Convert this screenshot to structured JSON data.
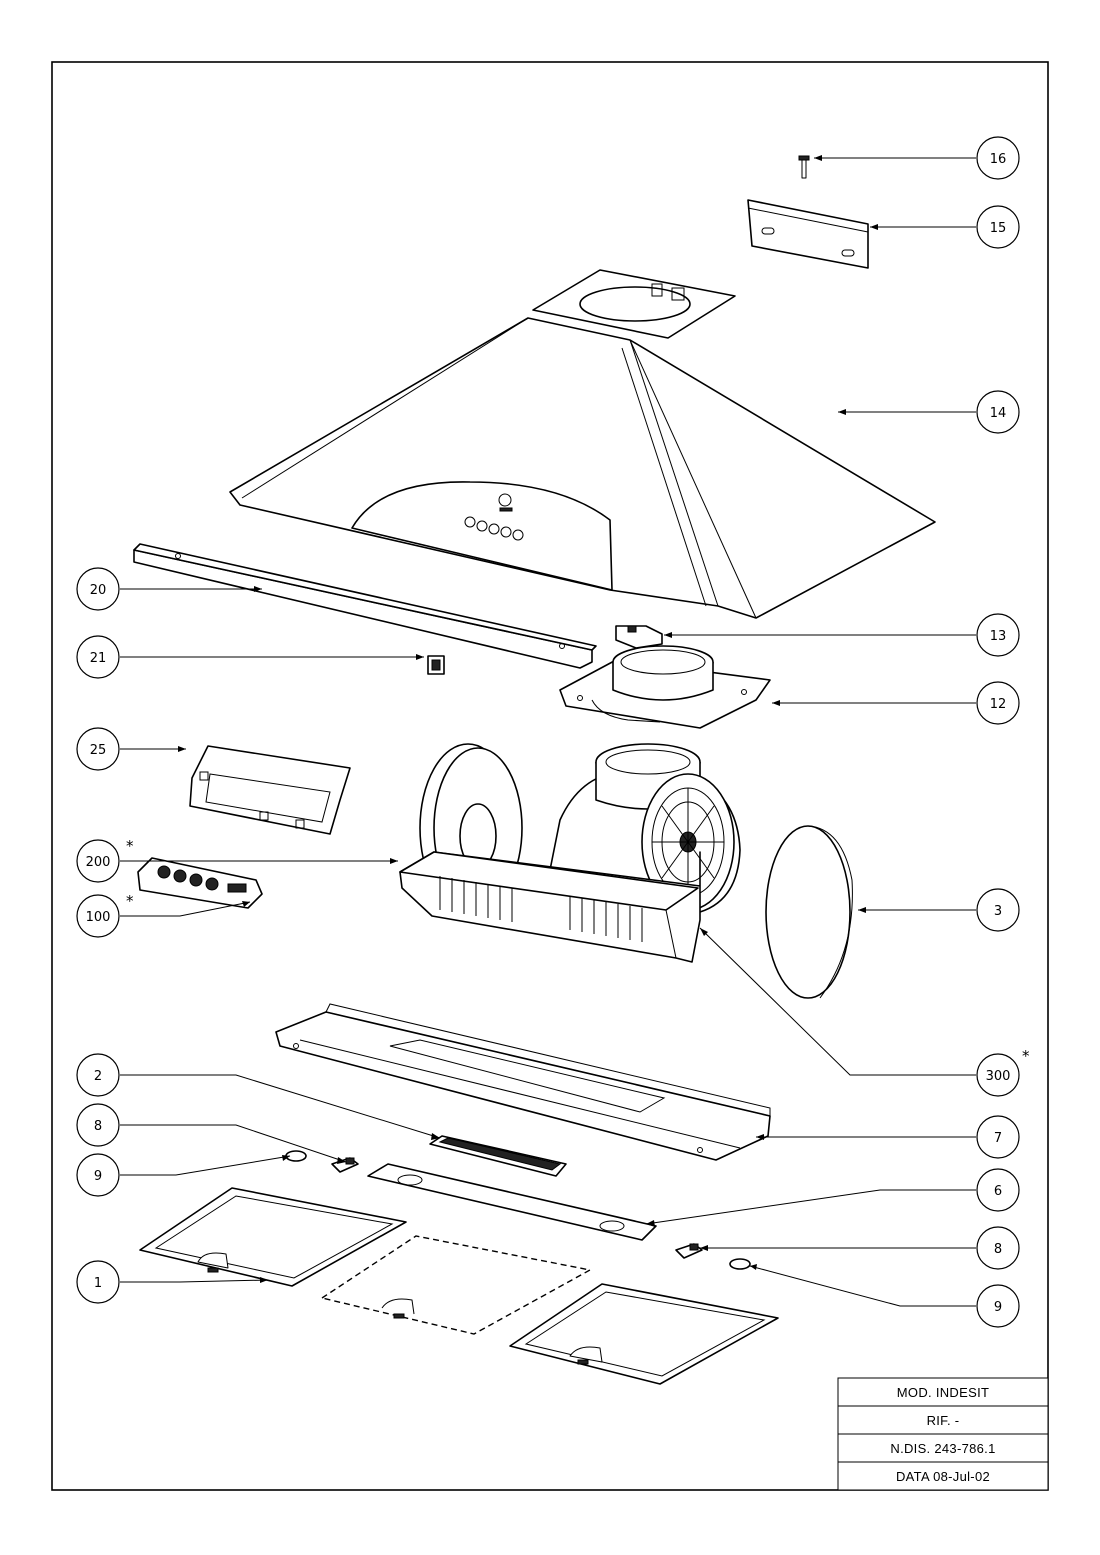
{
  "callouts": [
    {
      "id": "16",
      "label": "16",
      "asterisk": false
    },
    {
      "id": "15",
      "label": "15",
      "asterisk": false
    },
    {
      "id": "14",
      "label": "14",
      "asterisk": false
    },
    {
      "id": "20",
      "label": "20",
      "asterisk": false
    },
    {
      "id": "13",
      "label": "13",
      "asterisk": false
    },
    {
      "id": "21",
      "label": "21",
      "asterisk": false
    },
    {
      "id": "12",
      "label": "12",
      "asterisk": false
    },
    {
      "id": "25",
      "label": "25",
      "asterisk": false
    },
    {
      "id": "3",
      "label": "3",
      "asterisk": false
    },
    {
      "id": "100",
      "label": "100",
      "asterisk": true
    },
    {
      "id": "200",
      "label": "200",
      "asterisk": true
    },
    {
      "id": "300",
      "label": "300",
      "asterisk": true
    },
    {
      "id": "2",
      "label": "2",
      "asterisk": false
    },
    {
      "id": "7",
      "label": "7",
      "asterisk": false
    },
    {
      "id": "8a",
      "label": "8",
      "asterisk": false
    },
    {
      "id": "9a",
      "label": "9",
      "asterisk": false
    },
    {
      "id": "6",
      "label": "6",
      "asterisk": false
    },
    {
      "id": "8b",
      "label": "8",
      "asterisk": false
    },
    {
      "id": "1",
      "label": "1",
      "asterisk": false
    },
    {
      "id": "9b",
      "label": "9",
      "asterisk": false
    }
  ],
  "asterisk_symbol": "*",
  "title_block": {
    "model": "MOD. INDESIT",
    "reference": "RIF. -",
    "drawing_number": "N.DIS. 243-786.1",
    "date": "DATA 08-Jul-02"
  }
}
